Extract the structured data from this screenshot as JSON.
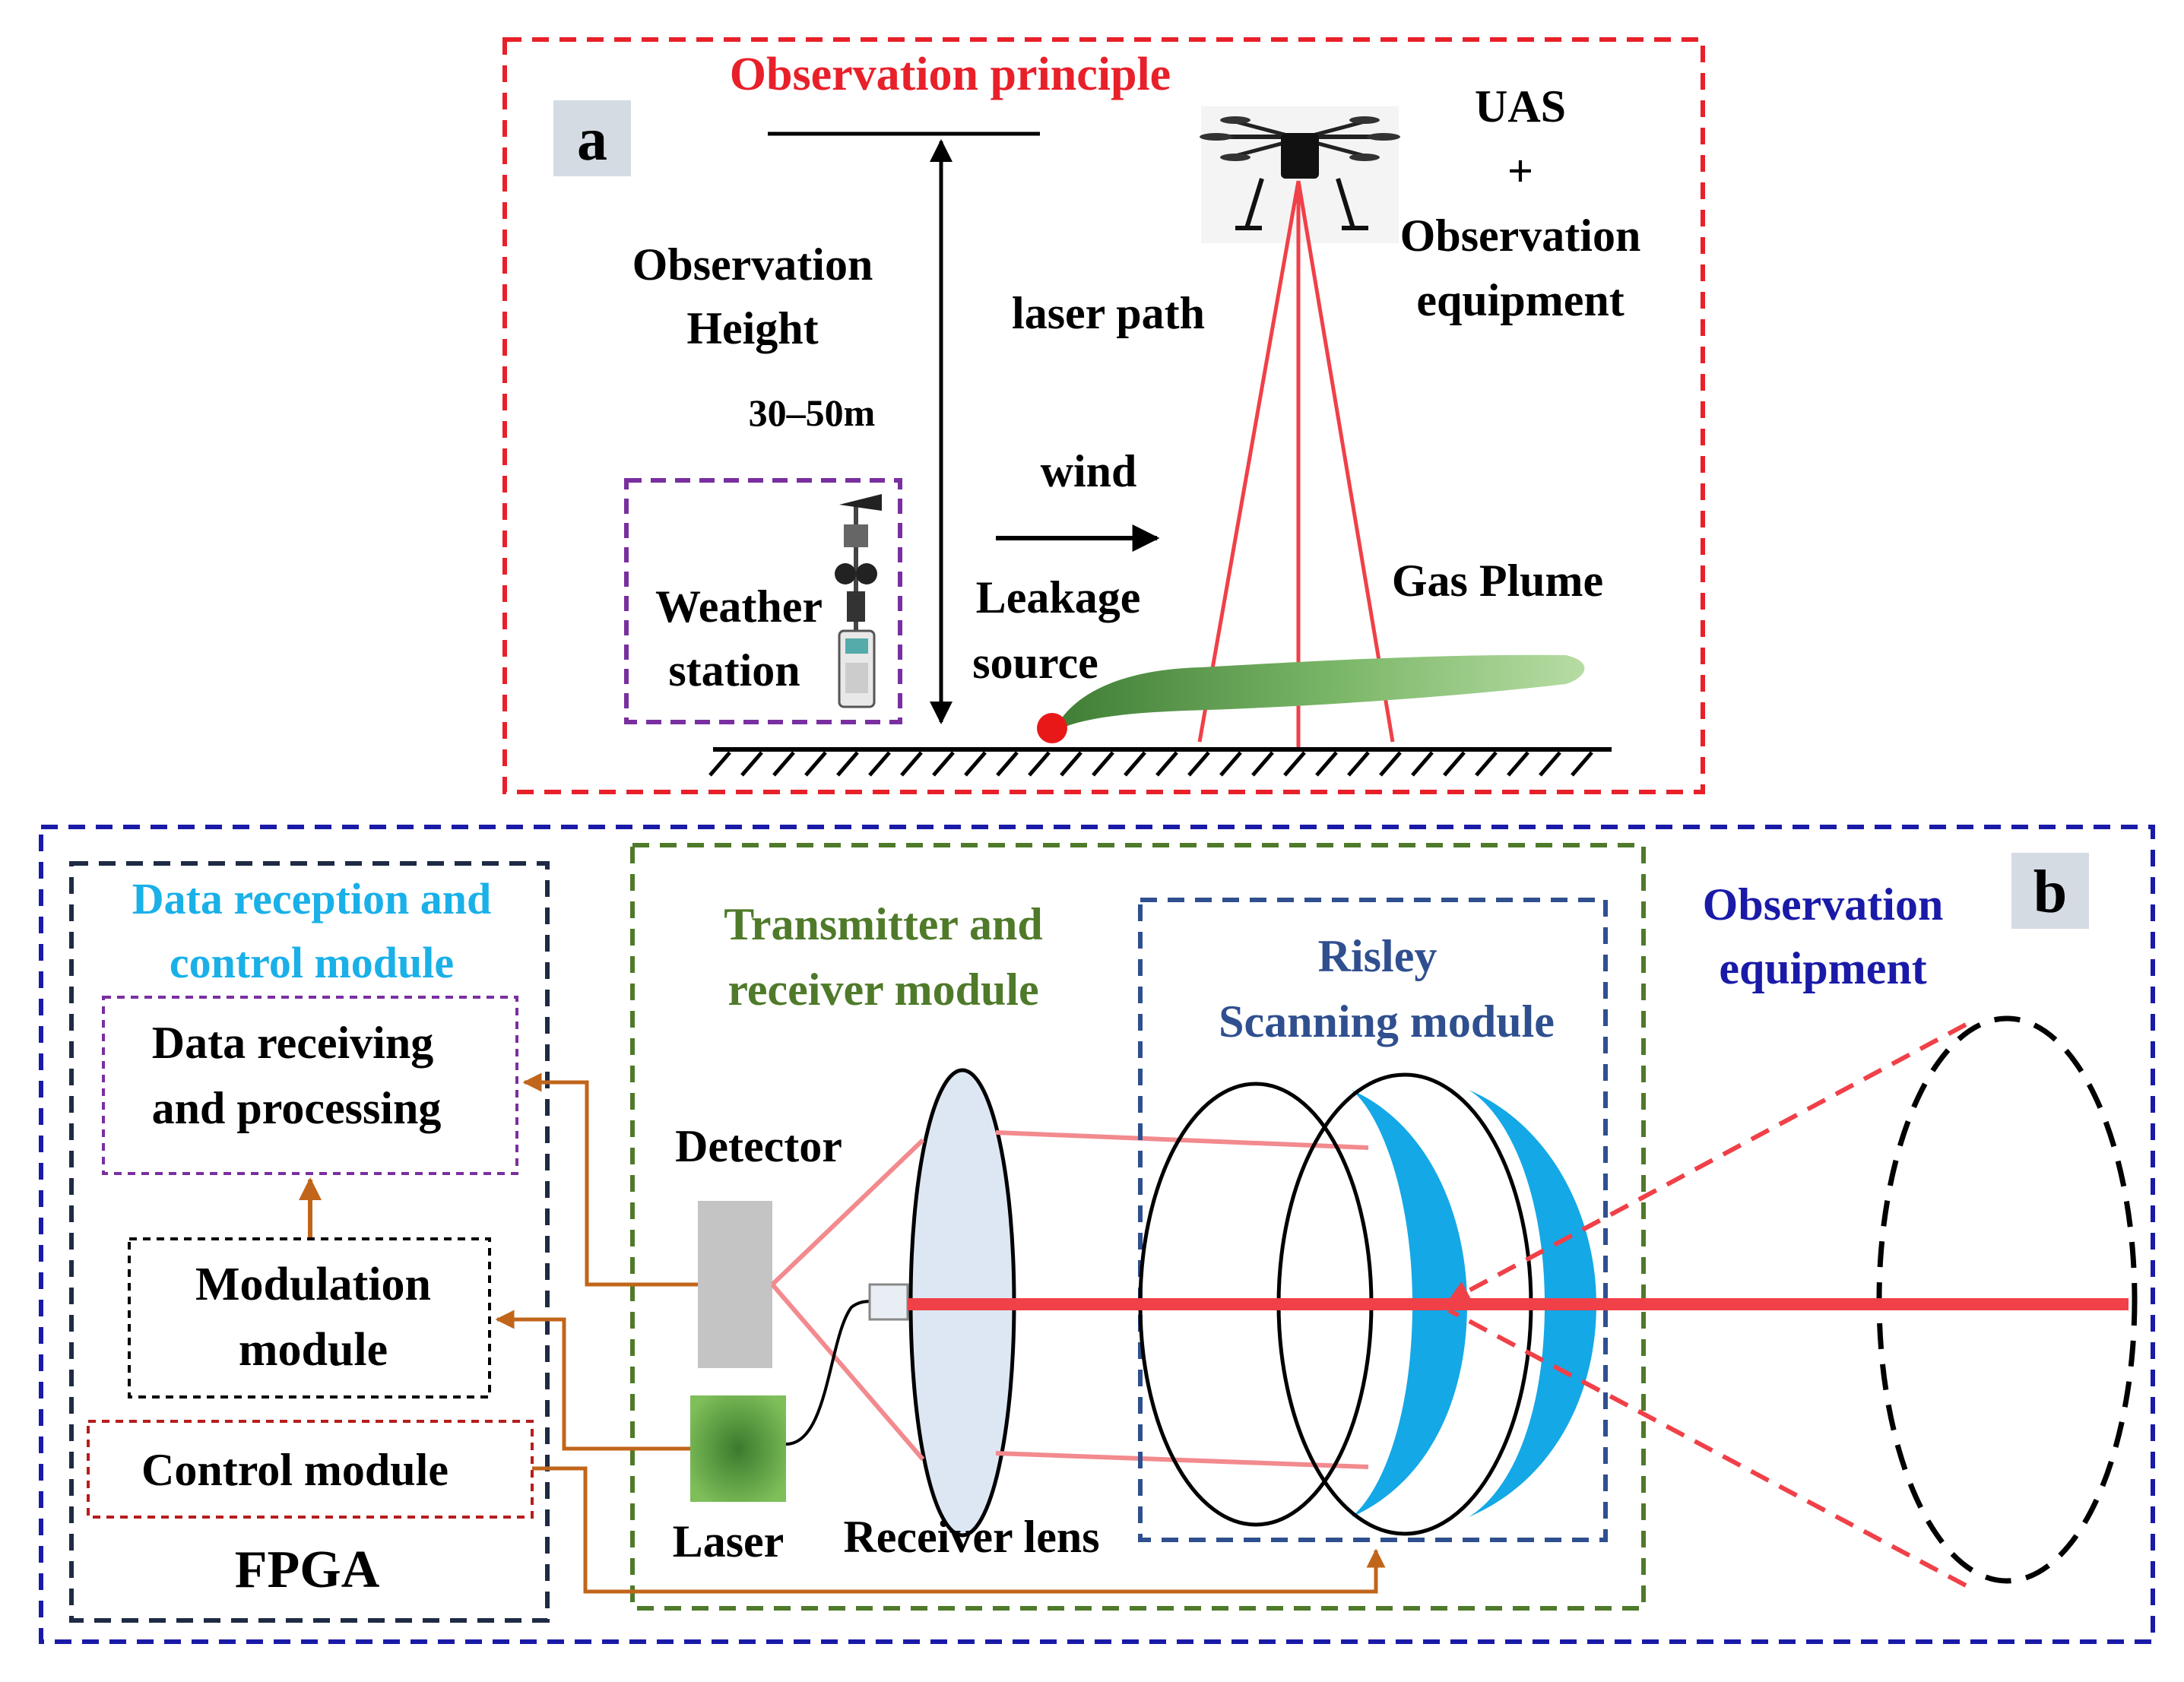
{
  "panel_a": {
    "badge": "a",
    "title": "Observation principle",
    "height_label_line1": "Observation",
    "height_label_line2": "Height",
    "height_value": "30–50m",
    "laser_path": "laser path",
    "uas_line1": "UAS",
    "uas_line2": "+",
    "uas_line3": "Observation",
    "uas_line4": "equipment",
    "wind": "wind",
    "leak_line1": "Leakage",
    "leak_line2": "source",
    "gas_plume": "Gas Plume",
    "weather_line1": "Weather",
    "weather_line2": "station"
  },
  "panel_b": {
    "badge": "b",
    "data_module_line1": "Data reception and",
    "data_module_line2": "control module",
    "data_recv_line1": "Data receiving",
    "data_recv_line2": "and processing",
    "modulation_line1": "Modulation",
    "modulation_line2": "module",
    "control_module": "Control module",
    "fpga": "FPGA",
    "trx_line1": "Transmitter and",
    "trx_line2": "receiver module",
    "detector": "Detector",
    "laser": "Laser",
    "receiver_lens": "Receiver lens",
    "risley_line1": "Risley",
    "risley_line2": "Scanning module",
    "obs_line1": "Observation",
    "obs_line2": "equipment"
  },
  "colors": {
    "red_frame": "#e8202a",
    "blue_frame": "#1a1aa8",
    "navy_frame": "#1f2a44",
    "green_frame": "#4f7a2a",
    "risley_frame": "#2f4f8f",
    "title_red": "#e8202a",
    "cyan_text": "#1ab0e8",
    "green_text": "#4f7a2a",
    "risley_text": "#2f4f8f",
    "blue_text": "#1a1aa8",
    "orange_arrow": "#c0651a",
    "laser_red": "#f04048",
    "prism_blue": "#14a8e6",
    "badge_bg": "#d5dbe3"
  }
}
